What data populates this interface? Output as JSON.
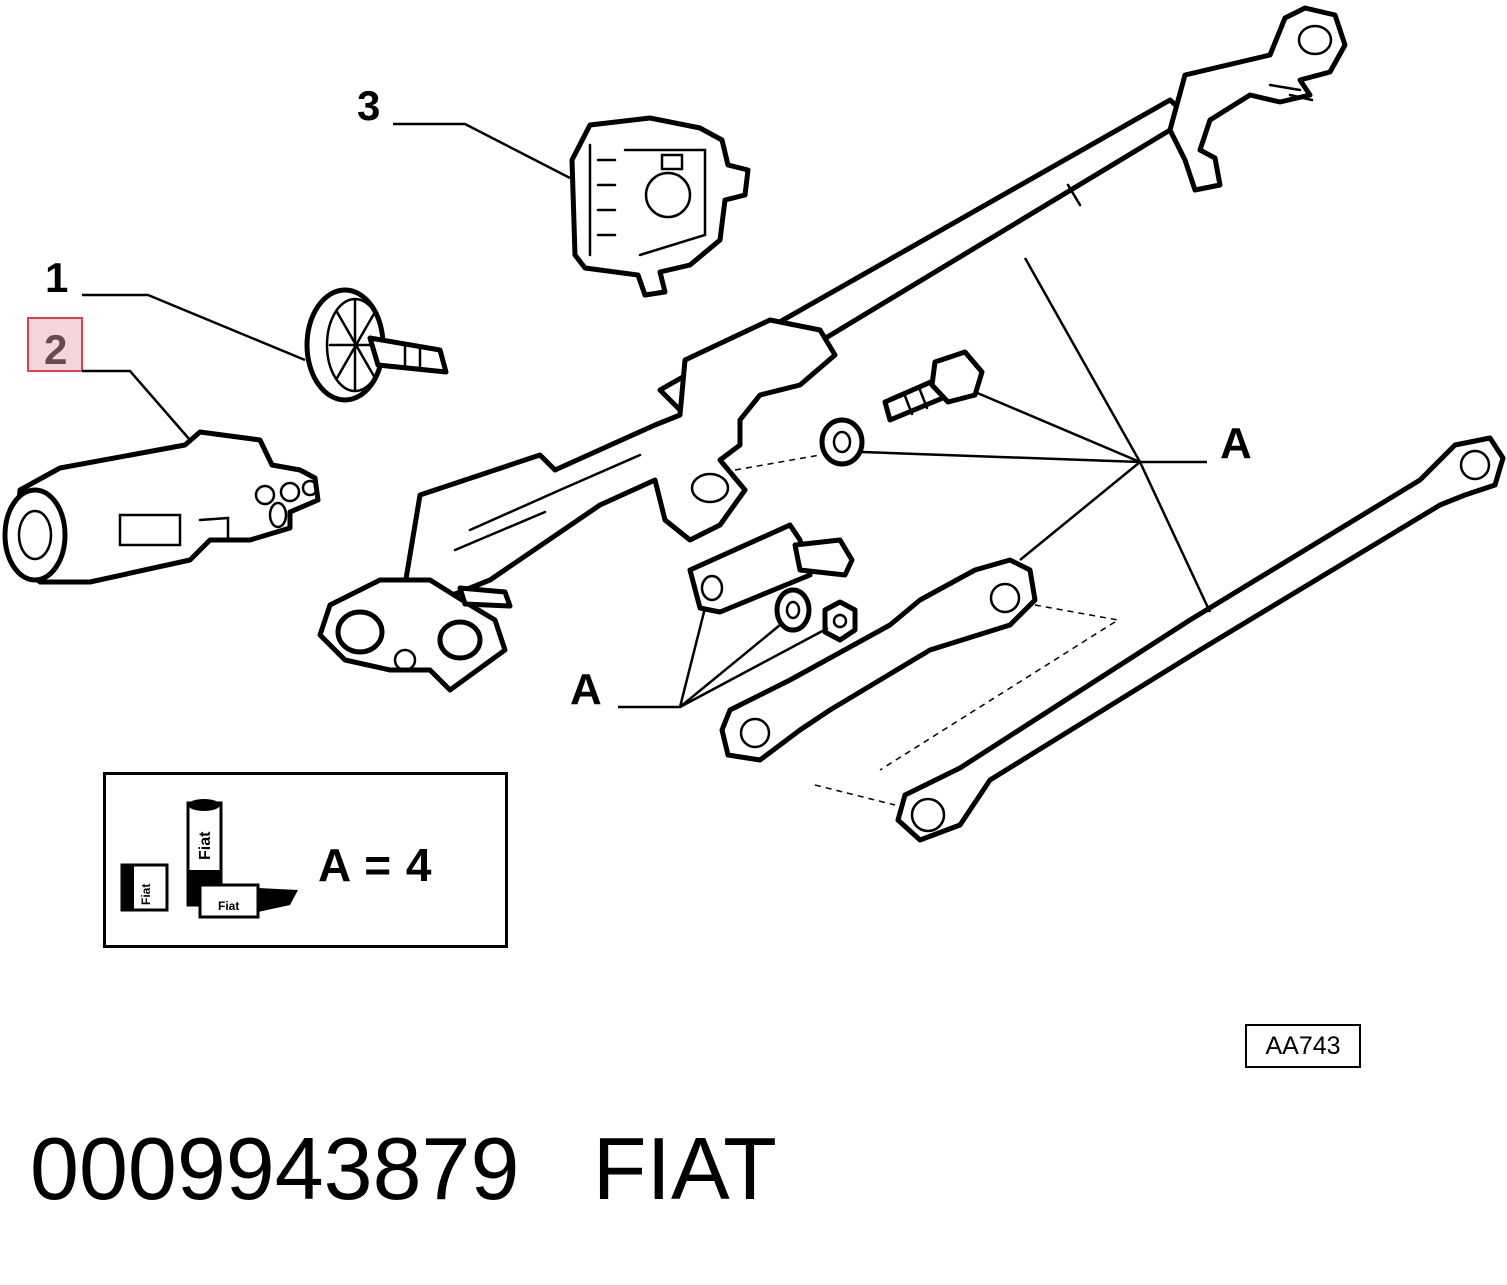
{
  "callouts": {
    "part_1": "1",
    "part_2": "2",
    "part_3": "3",
    "group_a_upper": "A",
    "group_a_lower": "A"
  },
  "highlighted_callout": "2",
  "legend": {
    "text": "A = 4",
    "icon": "fiat-grease-tube-icon",
    "icon_labels": [
      "Fiat",
      "Fiat",
      "Fiat"
    ]
  },
  "reference_code": "AA743",
  "footer": {
    "part_number": "0009943879",
    "brand": "FIAT"
  },
  "colors": {
    "line": "#000000",
    "highlight_fill": "#f3d6dc",
    "highlight_border": "#e0404f",
    "highlight_text": "#6a4a4f"
  }
}
